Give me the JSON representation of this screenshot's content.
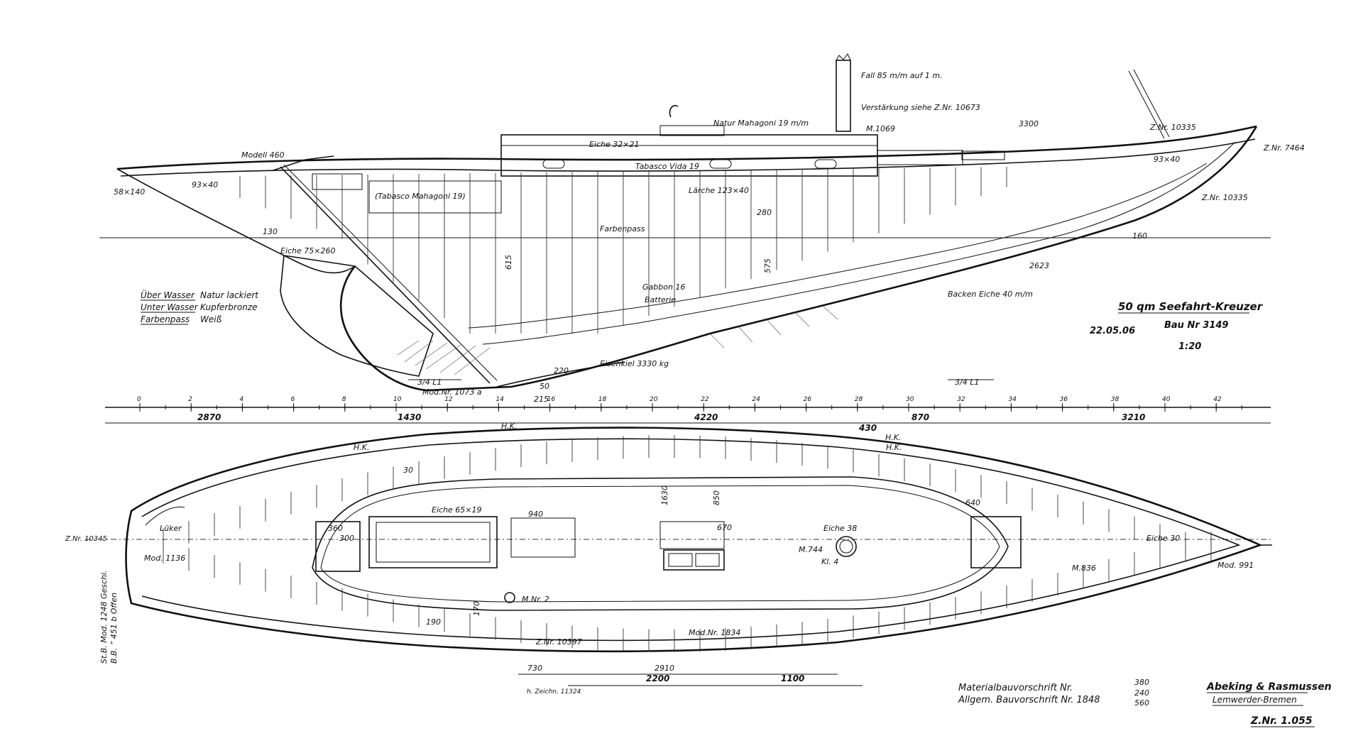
{
  "title_block": {
    "title": "50 qm Seefahrt-Kreuzer",
    "date": "22.05.06",
    "build_no": "Bau Nr 3149",
    "scale": "1:20",
    "material_spec": "Materialbauvorschrift Nr.",
    "general_spec": "Allgem. Bauvorschrift Nr. 1848",
    "codes": [
      "380",
      "240",
      "560"
    ],
    "firm": "Abeking & Rasmussen",
    "place": "Lemwerder-Bremen",
    "drawing_no": "Z.Nr. 1.055"
  },
  "finish_notes": [
    {
      "area": "Über Wasser",
      "finish": "Natur lackiert"
    },
    {
      "area": "Unter Wasser",
      "finish": "Kupferbronze"
    },
    {
      "area": "Farbenpass",
      "finish": "Weiß"
    }
  ],
  "elevation_labels": [
    {
      "id": "fall",
      "text": "Fall 85 m/m auf 1 m."
    },
    {
      "id": "verstaerkung",
      "text": "Verstärkung siehe Z.Nr. 10673"
    },
    {
      "id": "natur-mahagoni",
      "text": "Natur Mahagoni 19 m/m"
    },
    {
      "id": "m1069",
      "text": "M.1069"
    },
    {
      "id": "d3300",
      "text": "3300"
    },
    {
      "id": "zn10335a",
      "text": "Z.Nr. 10335"
    },
    {
      "id": "zn7464",
      "text": "Z.Nr. 7464"
    },
    {
      "id": "zn10335b",
      "text": "Z.Nr. 10335"
    },
    {
      "id": "modell460",
      "text": "Modell 460"
    },
    {
      "id": "58x140",
      "text": "58×140"
    },
    {
      "id": "93x40a",
      "text": "93×40"
    },
    {
      "id": "93x40b",
      "text": "93×40"
    },
    {
      "id": "eiche32",
      "text": "Eiche 32×21"
    },
    {
      "id": "tabasco19a",
      "text": "Tabasco Vida 19"
    },
    {
      "id": "tabasco19b",
      "text": "(Tabasco Mahagoni 19)"
    },
    {
      "id": "laerche",
      "text": "Lärche 123×40"
    },
    {
      "id": "d280",
      "text": "280"
    },
    {
      "id": "farbenpass",
      "text": "Farbenpass"
    },
    {
      "id": "d130",
      "text": "130"
    },
    {
      "id": "eiche75",
      "text": "Eiche 75×260"
    },
    {
      "id": "d160",
      "text": "160"
    },
    {
      "id": "d2623",
      "text": "2623"
    },
    {
      "id": "gabbon",
      "text": "Gabbon 16"
    },
    {
      "id": "batterie",
      "text": "Batterie"
    },
    {
      "id": "backen",
      "text": "Backen Eiche 40 m/m"
    },
    {
      "id": "eisenkiel",
      "text": "Eisenkiel 3330 kg"
    },
    {
      "id": "d220",
      "text": "220"
    },
    {
      "id": "d215",
      "text": "215"
    },
    {
      "id": "d50",
      "text": "50"
    },
    {
      "id": "d615",
      "text": "615"
    },
    {
      "id": "d575",
      "text": "575"
    },
    {
      "id": "l1a",
      "text": "3/4 L1"
    },
    {
      "id": "l1b",
      "text": "3/4 L1"
    },
    {
      "id": "modnr1073",
      "text": "Mod.Nr. 1073 a"
    }
  ],
  "station_ticks": [
    "0",
    "2",
    "4",
    "6",
    "8",
    "10",
    "12",
    "14",
    "16",
    "18",
    "20",
    "22",
    "24",
    "26",
    "28",
    "30",
    "32",
    "34",
    "36",
    "38",
    "40",
    "42"
  ],
  "overall_dims": [
    {
      "id": "d2870",
      "text": "2870"
    },
    {
      "id": "d1430",
      "text": "1430"
    },
    {
      "id": "d4220",
      "text": "4220"
    },
    {
      "id": "d430",
      "text": "430"
    },
    {
      "id": "d870",
      "text": "870"
    },
    {
      "id": "d3210",
      "text": "3210"
    },
    {
      "id": "hk1",
      "text": "H.K."
    },
    {
      "id": "hk2",
      "text": "H.K."
    }
  ],
  "plan_labels": [
    {
      "id": "hk3",
      "text": "H.K."
    },
    {
      "id": "hk4",
      "text": "H.K."
    },
    {
      "id": "zn10345",
      "text": "Z.Nr. 10345"
    },
    {
      "id": "mod1136",
      "text": "Mod. 1136"
    },
    {
      "id": "eiche6519",
      "text": "Eiche 65×19"
    },
    {
      "id": "eiche38",
      "text": "Eiche 38"
    },
    {
      "id": "eiche30",
      "text": "Eiche 30"
    },
    {
      "id": "mod991",
      "text": "Mod. 991"
    },
    {
      "id": "m744",
      "text": "M.744"
    },
    {
      "id": "kl4",
      "text": "Kl. 4"
    },
    {
      "id": "mnr2",
      "text": "M.Nr. 2"
    },
    {
      "id": "m836",
      "text": "M.836"
    },
    {
      "id": "zn10397",
      "text": "Z.Nr. 10397"
    },
    {
      "id": "modnr1834",
      "text": "Mod.Nr. 1834"
    },
    {
      "id": "d2200",
      "text": "2200"
    },
    {
      "id": "d1100",
      "text": "1100"
    },
    {
      "id": "d730",
      "text": "730"
    },
    {
      "id": "d2910",
      "text": "2910"
    },
    {
      "id": "hzeichn",
      "text": "h. Zeichn. 11324"
    },
    {
      "id": "d640",
      "text": "640"
    },
    {
      "id": "d670",
      "text": "670"
    },
    {
      "id": "d940",
      "text": "940"
    },
    {
      "id": "d360",
      "text": "360"
    },
    {
      "id": "d300",
      "text": "300"
    },
    {
      "id": "d190",
      "text": "190"
    },
    {
      "id": "d170",
      "text": "170"
    },
    {
      "id": "d1630",
      "text": "1630"
    },
    {
      "id": "d850",
      "text": "850"
    },
    {
      "id": "d30",
      "text": "30"
    },
    {
      "id": "luke",
      "text": "Lüker"
    }
  ],
  "side_notes": [
    {
      "id": "stbmod",
      "text": "St.B. Mod. 1248 Geschi."
    },
    {
      "id": "bbmod",
      "text": "B.B. ” 451 b Offen"
    }
  ]
}
